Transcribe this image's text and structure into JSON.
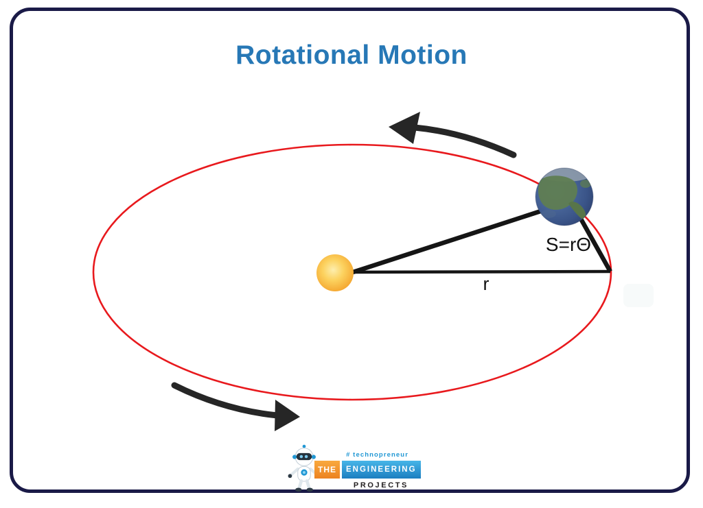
{
  "title": "Rotational Motion",
  "diagram": {
    "arc_length_label": "S=rΘ",
    "radius_label": "r",
    "orbit_description": "red elliptical orbit around sun",
    "rotation_direction": "counter-clockwise arrows"
  },
  "logo": {
    "tagline": "# technopreneur",
    "word_the": "THE",
    "word_engineering": "ENGINEERING",
    "word_projects": "PROJECTS"
  },
  "colors": {
    "title_blue": "#2778b6",
    "orbit_red": "#e8191d",
    "line_black": "#1a1a1a",
    "frame_navy": "#1a1a47",
    "logo_orange": "#f6921e",
    "logo_blue": "#2097d4",
    "logo_dark": "#231f20",
    "sun_orange": "#f4a42d",
    "earth_blue": "#3a5488",
    "earth_green": "#5f7d52"
  }
}
